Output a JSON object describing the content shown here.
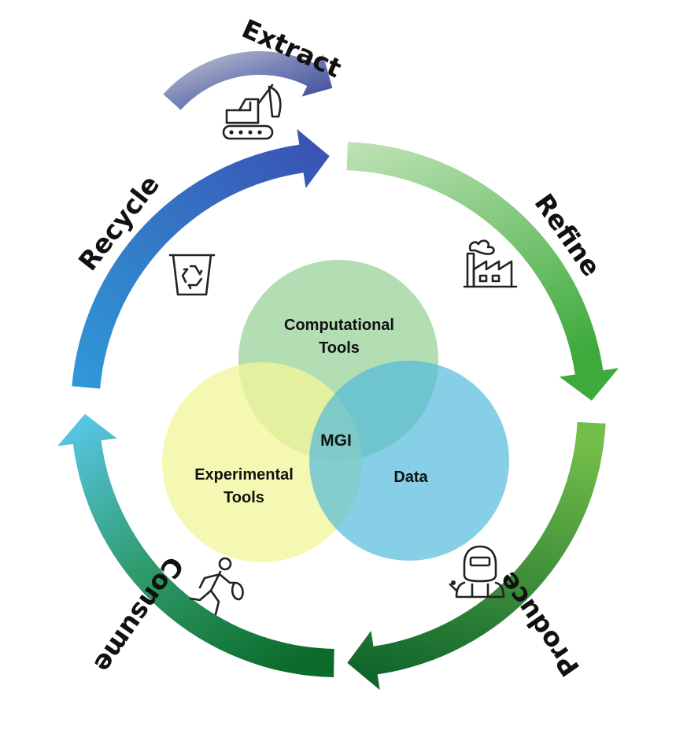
{
  "cycle": {
    "stages": [
      {
        "id": "extract",
        "label": "Extract",
        "icon": "excavator-icon",
        "color": "#4a5ea8"
      },
      {
        "id": "refine",
        "label": "Refine",
        "icon": "factory-icon",
        "color": "#4cb84a"
      },
      {
        "id": "produce",
        "label": "Produce",
        "icon": "welder-icon",
        "color": "#2e8b3a"
      },
      {
        "id": "consume",
        "label": "Consume",
        "icon": "running-person-icon",
        "color": "#3fa27e"
      },
      {
        "id": "recycle",
        "label": "Recycle",
        "icon": "recycle-bin-icon",
        "color": "#2f86c8"
      }
    ]
  },
  "venn": {
    "computational": {
      "line1": "Computational",
      "line2": "Tools",
      "color": "#a8d8a8"
    },
    "experimental": {
      "line1": "Experimental",
      "line2": "Tools",
      "color": "#f3f7a0"
    },
    "data": {
      "label": "Data",
      "color": "#6ec9e6"
    },
    "center": "MGI"
  }
}
